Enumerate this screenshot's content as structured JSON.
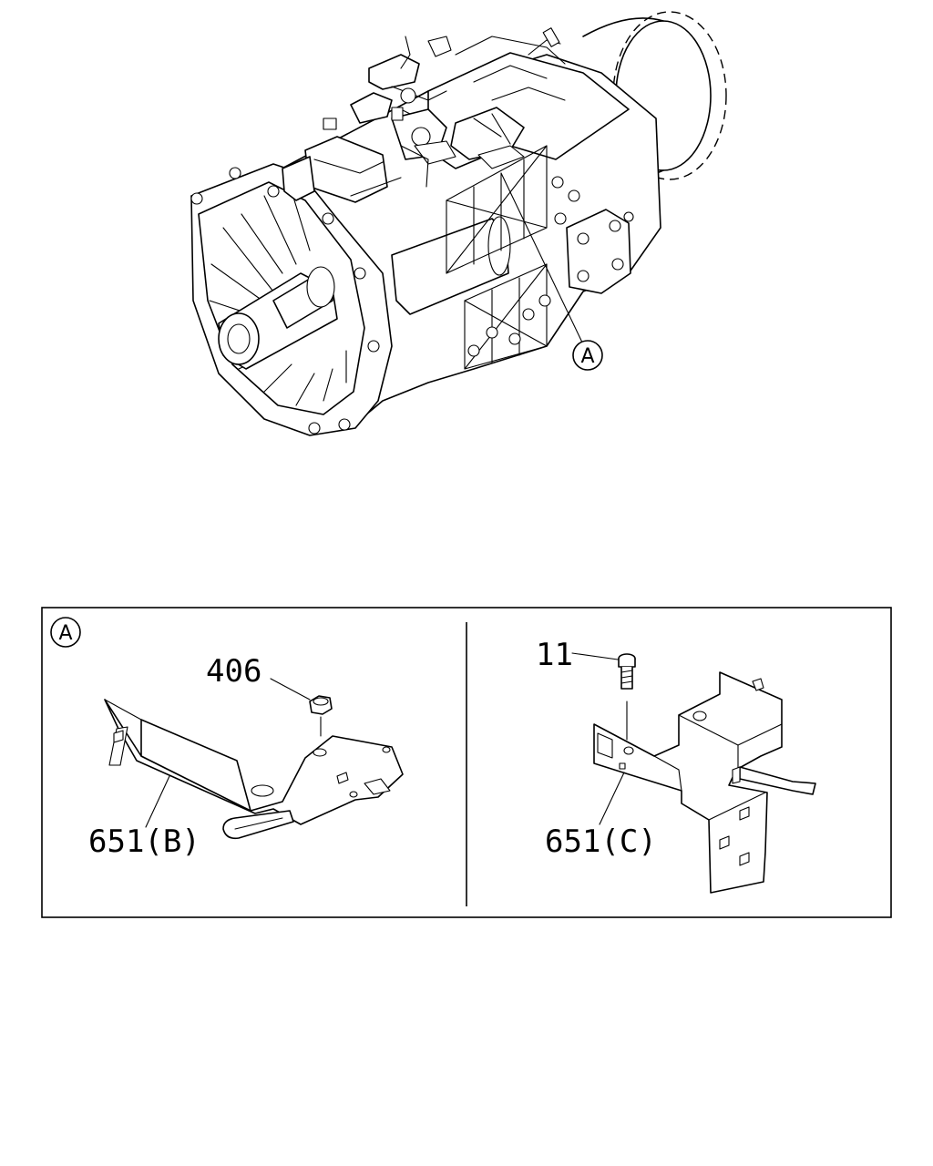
{
  "callouts": {
    "detail_marker": "A",
    "detail_box_marker": "A",
    "nut_part": "406",
    "bolt_part": "11",
    "bracket_b": "651(B)",
    "bracket_c": "651(C)"
  }
}
